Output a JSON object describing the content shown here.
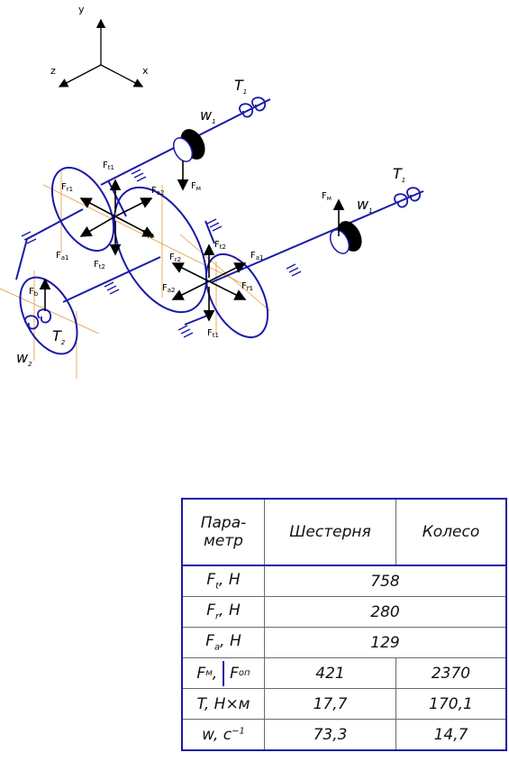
{
  "axes": {
    "y": "y",
    "x": "x",
    "z": "z"
  },
  "labels": {
    "T1_top": "T",
    "T1_top_sub": "1",
    "w1_top": "w",
    "w1_top_sub": "1",
    "T1_right": "T",
    "T1_right_sub": "1",
    "w1_right": "w",
    "w1_right_sub": "1",
    "T2": "T",
    "T2_sub": "2",
    "w2": "w",
    "w2_sub": "2",
    "F": "F",
    "sub_t1": "t1",
    "sub_t2": "t2",
    "sub_r1": "r1",
    "sub_r2": "r2",
    "sub_a1": "a1",
    "sub_a2": "a2",
    "sub_M": "м",
    "sub_b": "b"
  },
  "table": {
    "header": {
      "param_line1": "Пара-",
      "param_line2": "метр",
      "col1": "Шестерня",
      "col2": "Колесо"
    },
    "rows": [
      {
        "param_main": "F",
        "param_sub": "t",
        "param_unit": ", Н",
        "merged": "758"
      },
      {
        "param_main": "F",
        "param_sub": "r",
        "param_unit": ", Н",
        "merged": "280"
      },
      {
        "param_main": "F",
        "param_sub": "a",
        "param_unit": ", Н",
        "merged": "129"
      },
      {
        "param_a_main": "F",
        "param_a_sub": "м",
        "param_sep": ",",
        "param_b_main": "F",
        "param_b_sub": "оп",
        "v1": "421",
        "v2": "2370"
      },
      {
        "param": "T, Н×м",
        "v1": "17,7",
        "v2": "170,1"
      },
      {
        "param_main": "w, c",
        "param_sup": "−1",
        "v1": "73,3",
        "v2": "14,7"
      }
    ]
  },
  "colors": {
    "line": "#1a1aa8",
    "axis": "#e39a3a",
    "ink": "#000000"
  }
}
